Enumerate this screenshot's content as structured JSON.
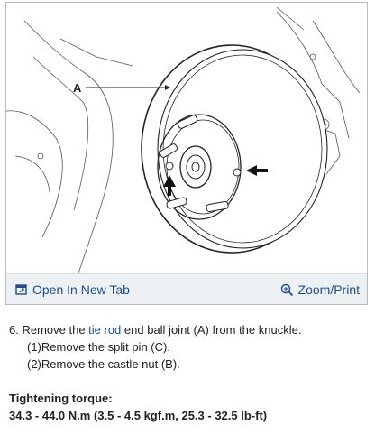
{
  "figure": {
    "callout_label": "A",
    "open_tab_label": "Open In New Tab",
    "zoom_label": "Zoom/Print",
    "icons": {
      "open": "open-new-tab-icon",
      "zoom": "magnifier-icon"
    },
    "colors": {
      "link": "#1e4d8c",
      "toolbar_bg": "#eef1f4",
      "border": "#b9b9b9"
    }
  },
  "instructions": {
    "step_prefix": "6. Remove the ",
    "step_link": "tie rod",
    "step_suffix": " end ball joint (A) from the knuckle.",
    "sub_steps": [
      "(1)Remove the split pin (C).",
      "(2)Remove the castle nut (B)."
    ],
    "torque_title": "Tightening torque:",
    "torque_value": "34.3 - 44.0 N.m (3.5 - 4.5 kgf.m, 25.3 - 32.5 lb-ft)"
  }
}
